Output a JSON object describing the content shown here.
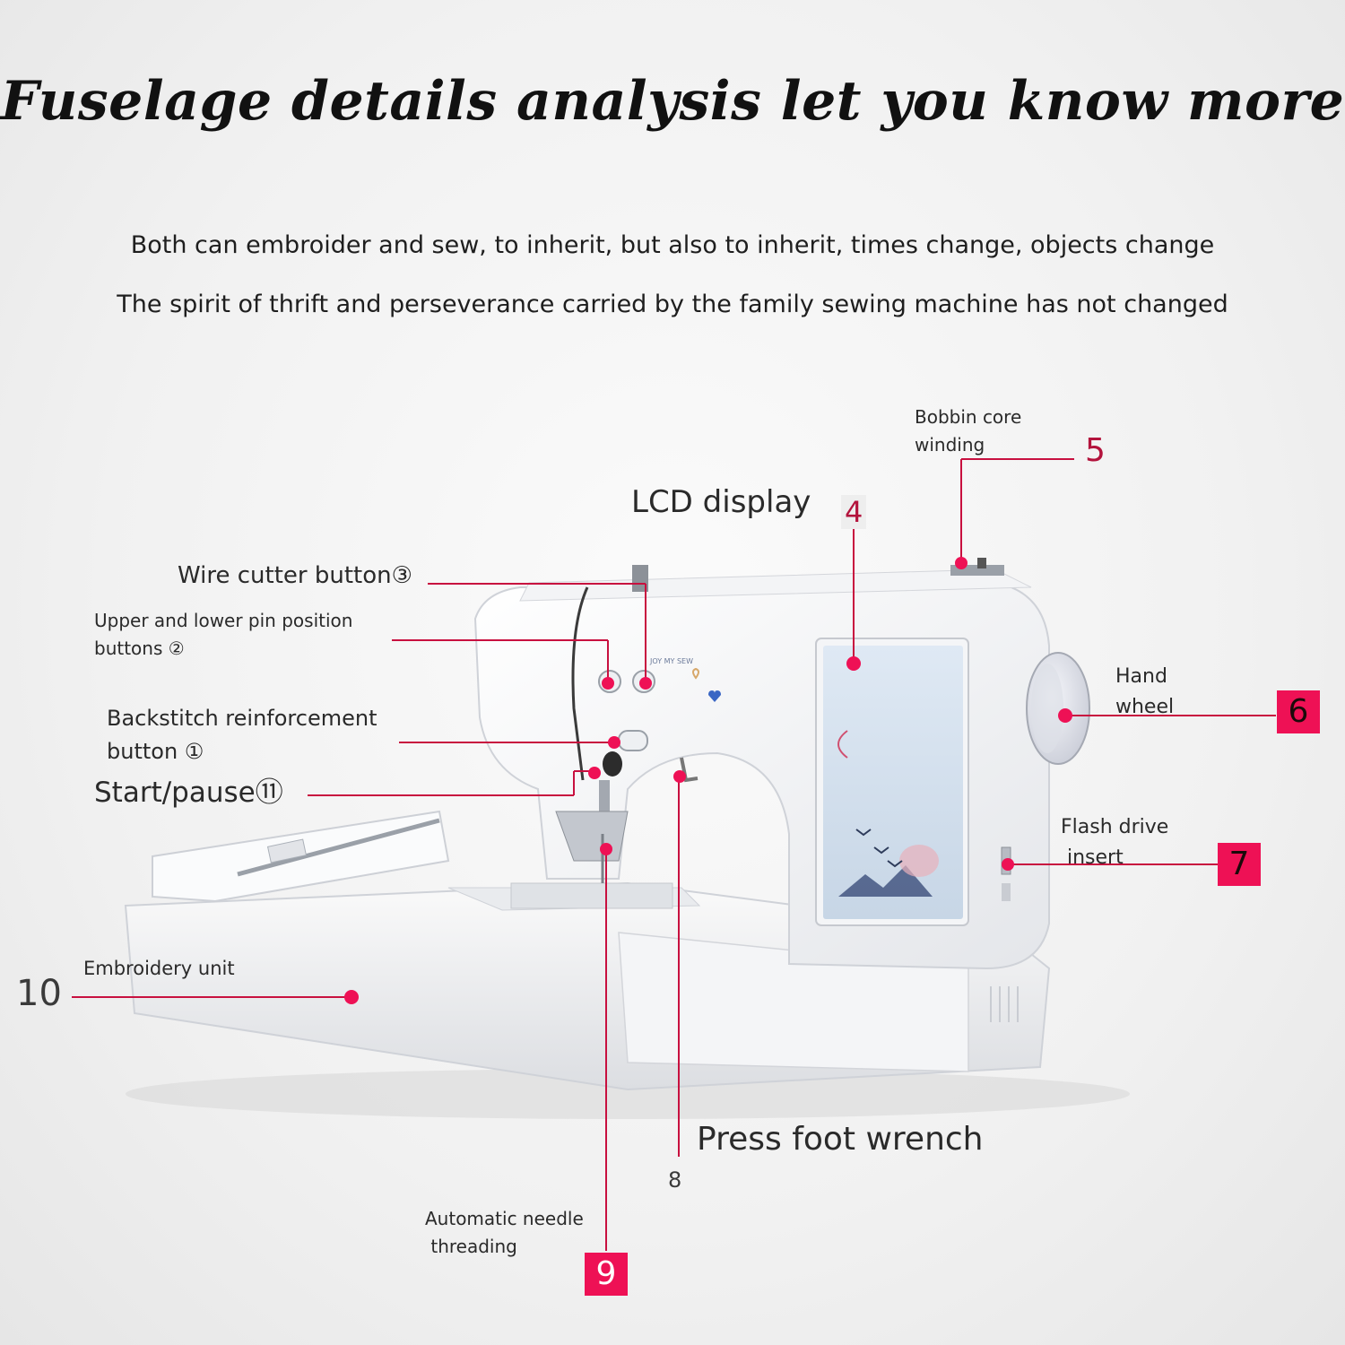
{
  "title": "Fuselage details analysis let you know more",
  "subtitle_lines": [
    "Both can embroider and sew, to inherit, but also to inherit, times change, objects change",
    "The spirit of thrift and perseverance carried by the family sewing machine has not changed"
  ],
  "accent_color": "#ee1155",
  "leader_color": "#c8103f",
  "labels": {
    "bobbin": [
      "Bobbin core",
      "winding"
    ],
    "lcd": "LCD display",
    "wire_cutter": "Wire cutter button③",
    "pin_position": [
      "Upper and lower pin position",
      "buttons ②"
    ],
    "backstitch": [
      "Backstitch reinforcement",
      "button ①"
    ],
    "start_pause": "Start/pause⑪",
    "hand_wheel": [
      "Hand",
      "wheel"
    ],
    "flash_drive": [
      "Flash drive",
      " insert"
    ],
    "embroidery_unit": "Embroidery unit",
    "press_foot": "Press foot wrench",
    "needle_threading": [
      "Automatic needle",
      " threading"
    ]
  },
  "numbers": {
    "n4": "4",
    "n5": "5",
    "n6": "6",
    "n7": "7",
    "n8": "8",
    "n9": "9",
    "n10": "10"
  },
  "machine": {
    "brand_text": "JOY MY SEW"
  }
}
